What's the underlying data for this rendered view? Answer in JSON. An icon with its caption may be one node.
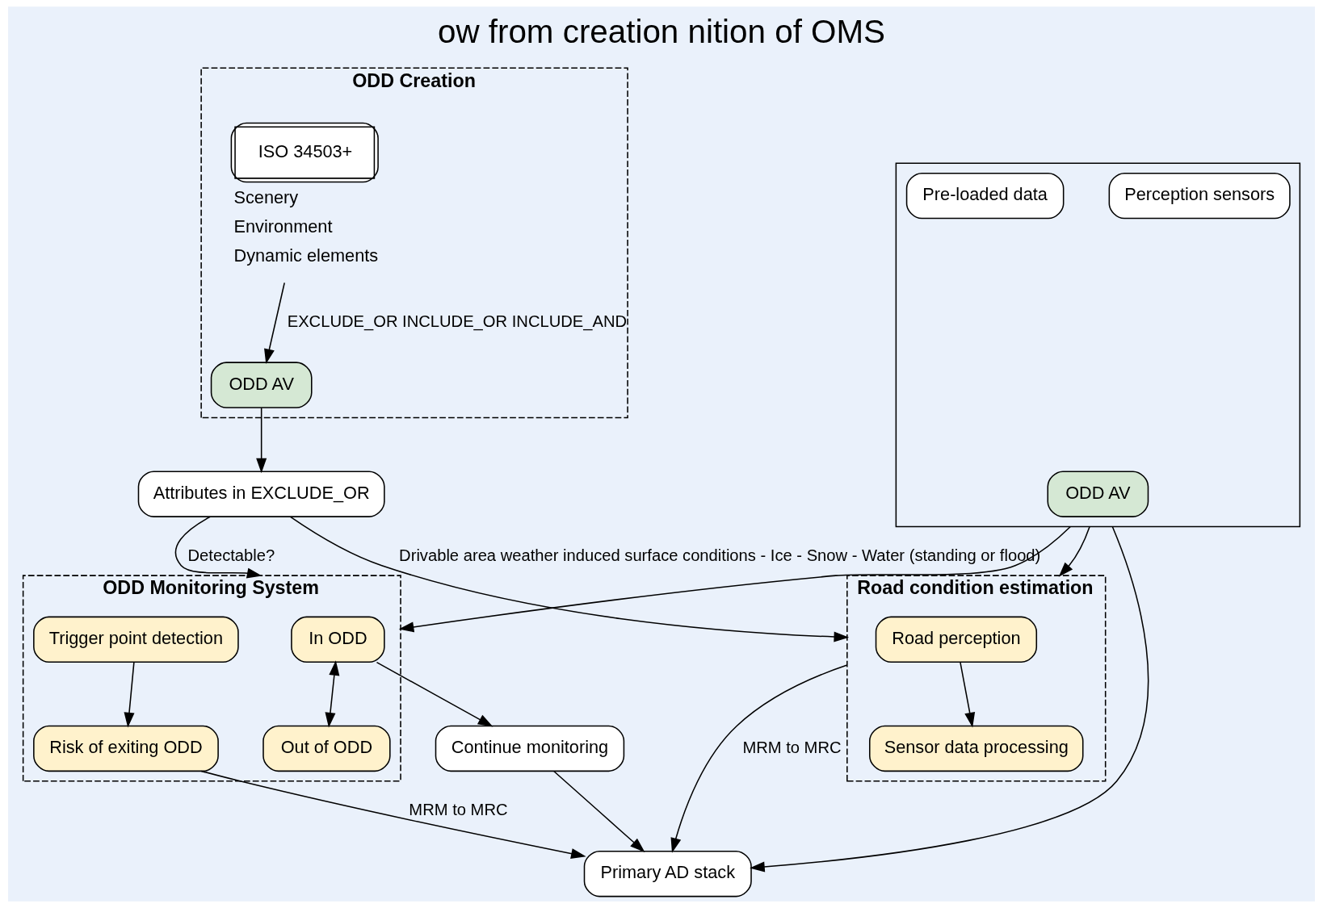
{
  "diagram": {
    "title": "ow from creation nition of OMS",
    "nodes": [
      {
        "text": [
          "ODD Creation"
        ]
      },
      {
        "text": [
          "ISO 34503+"
        ],
        "in": 0,
        "beside": [
          "Scenery",
          "Environment",
          "Dynamic elements"
        ]
      },
      {
        "text": [
          "ODD AV"
        ],
        "in": 0
      },
      {
        "text": [
          "Attributes in EXCLUDE_OR"
        ]
      },
      {
        "text": [
          "Road condition estimation"
        ]
      },
      {
        "text": [
          "Road perception"
        ],
        "in": 4
      },
      {
        "text": [
          "Sensor data processing"
        ],
        "in": 4
      },
      {
        "text": [],
        "shape": "box"
      },
      {
        "text": [
          "ODD AV"
        ],
        "in": 7
      },
      {
        "text": [
          "Perception sensors"
        ],
        "in": 7
      },
      {
        "text": [
          "Pre-loaded data"
        ],
        "in": 7
      },
      {
        "text": [
          "ODD Monitoring System"
        ]
      },
      {
        "text": [
          "In ODD"
        ],
        "in": 11
      },
      {
        "text": [
          "Trigger point detection"
        ],
        "in": 11
      },
      {
        "text": [
          "Risk of exiting ODD"
        ],
        "in": 11
      },
      {
        "text": [
          "Out of ODD"
        ],
        "in": 11
      },
      {
        "text": [
          "Continue monitoring"
        ]
      },
      {
        "text": [
          "Primary AD stack"
        ]
      }
    ],
    "edges": [
      {
        "from": 1,
        "to": 2,
        "arrow": "to",
        "label": "EXCLUDE_OR INCLUDE_OR INCLUDE_AND"
      },
      {
        "from": 2,
        "to": 3,
        "arrow": "to"
      },
      {
        "from": 3,
        "to": 4,
        "arrow": "to",
        "label": "Drivable area weather induced surface conditions - Ice - Snow - Water (standing or flood)"
      },
      {
        "from": 3,
        "to": 11,
        "arrow": "to",
        "label": "Detectable?"
      },
      {
        "from": 5,
        "to": 6,
        "arrow": "to"
      },
      {
        "from": 7,
        "to": 4,
        "arrow": "to"
      },
      {
        "from": 7,
        "to": 11,
        "arrow": "to"
      },
      {
        "from": 12,
        "to": 16,
        "arrow": "to"
      },
      {
        "from": 13,
        "to": 14,
        "arrow": "to"
      },
      {
        "from": 12,
        "to": 15,
        "arrow": "both"
      },
      {
        "from": 14,
        "to": 17,
        "arrow": "to",
        "label": "MRM to MRC"
      },
      {
        "from": 4,
        "to": 17,
        "arrow": "to",
        "label": "MRM to MRC"
      },
      {
        "from": 7,
        "to": 17,
        "arrow": "to"
      },
      {
        "from": 16,
        "to": 17,
        "arrow": "to"
      }
    ]
  }
}
